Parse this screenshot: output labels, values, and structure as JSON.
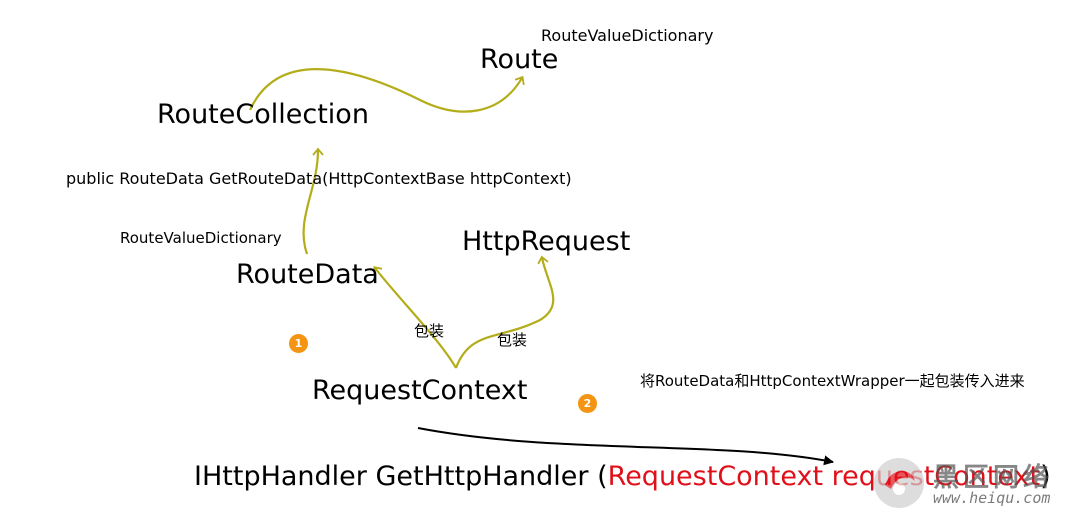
{
  "nodes": {
    "route_value_dict_top": "RouteValueDictionary",
    "route": "Route",
    "route_collection": "RouteCollection",
    "get_route_data_sig": "public RouteData GetRouteData(HttpContextBase httpContext)",
    "route_value_dict_left": "RouteValueDictionary",
    "http_request": "HttpRequest",
    "route_data": "RouteData",
    "wrap_label_left": "包装",
    "wrap_label_right": "包装",
    "request_context": "RequestContext",
    "note_wrap": "将RouteData和HttpContextWrapper一起包装传入进来"
  },
  "badges": {
    "step1": "1",
    "step2": "2"
  },
  "bottom": {
    "prefix": "IHttpHandler GetHttpHandler (",
    "param": "RequestContext requestContext",
    "suffix": ")"
  },
  "watermark": {
    "title": "黑区网络",
    "url": "www.heiqu.com"
  },
  "colors": {
    "arrow_olive": "#b3ad1a",
    "arrow_black": "#000000",
    "badge_orange": "#f39412",
    "param_red": "#e0101a"
  }
}
